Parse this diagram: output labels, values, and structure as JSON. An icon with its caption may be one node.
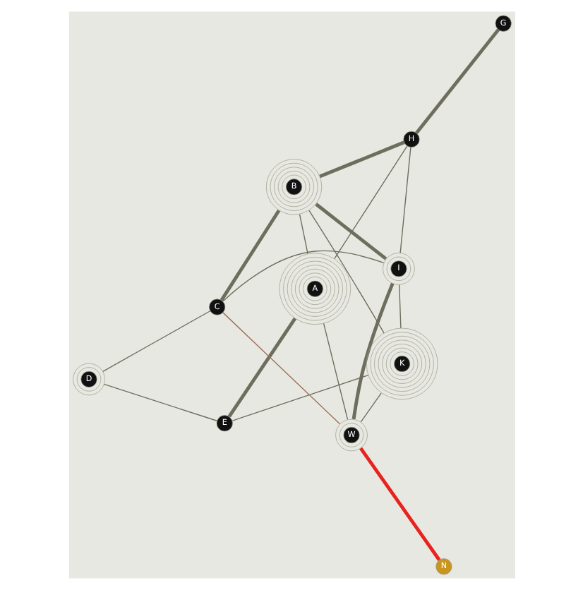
{
  "diagram": {
    "nodes": [
      {
        "text": [
          "K"
        ]
      },
      {
        "text": [
          "I"
        ]
      },
      {
        "text": [
          "E"
        ]
      },
      {
        "text": [
          "D"
        ]
      },
      {
        "text": [
          "C"
        ]
      },
      {
        "text": [
          "W"
        ]
      },
      {
        "text": [
          "N"
        ]
      },
      {
        "text": [
          "B"
        ]
      },
      {
        "text": [
          "A"
        ]
      },
      {
        "text": [
          "H"
        ]
      },
      {
        "text": [
          "G"
        ]
      }
    ],
    "edges": [
      {
        "from": 0,
        "to": 2,
        "arrow": "none"
      },
      {
        "from": 0,
        "to": 7,
        "arrow": "none"
      },
      {
        "from": 0,
        "to": 5,
        "arrow": "none"
      },
      {
        "from": 0,
        "to": 1,
        "arrow": "none"
      },
      {
        "from": 1,
        "to": 4,
        "arrow": "none"
      },
      {
        "from": 1,
        "to": 5,
        "arrow": "none",
        "style": "thick"
      },
      {
        "from": 1,
        "to": 7,
        "arrow": "none",
        "style": "thick"
      },
      {
        "from": 1,
        "to": 9,
        "arrow": "none"
      },
      {
        "from": 2,
        "to": 3,
        "arrow": "none"
      },
      {
        "from": 3,
        "to": 4,
        "arrow": "none"
      },
      {
        "from": 2,
        "to": 8,
        "arrow": "none",
        "style": "thick"
      },
      {
        "from": 4,
        "to": 7,
        "arrow": "none",
        "style": "thick"
      },
      {
        "from": 4,
        "to": 5,
        "arrow": "none",
        "color": "#a0705a"
      },
      {
        "from": 5,
        "to": 6,
        "arrow": "none",
        "style": "thick",
        "color": "#e8231e"
      },
      {
        "from": 8,
        "to": 7,
        "arrow": "none"
      },
      {
        "from": 8,
        "to": 5,
        "arrow": "none"
      },
      {
        "from": 8,
        "to": 9,
        "arrow": "none"
      },
      {
        "from": 7,
        "to": 9,
        "arrow": "none",
        "style": "thick"
      },
      {
        "from": 9,
        "to": 10,
        "arrow": "none",
        "style": "thick"
      }
    ]
  }
}
